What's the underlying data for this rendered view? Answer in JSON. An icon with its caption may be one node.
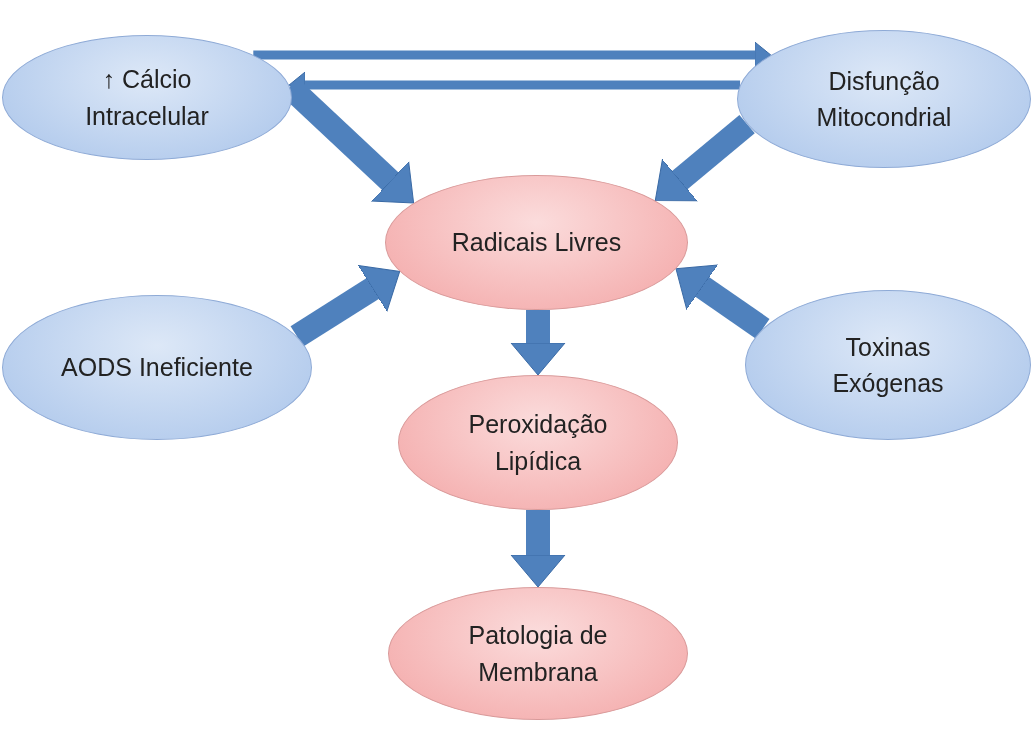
{
  "diagram": {
    "nodes": [
      {
        "text": [
          "↑ Cálcio Intracelular"
        ]
      },
      {
        "text": [
          "Disfunção Mitocondrial"
        ]
      },
      {
        "text": [
          "Radicais Livres"
        ]
      },
      {
        "text": [
          "AODS Ineficiente"
        ]
      },
      {
        "text": [
          "Toxinas Exógenas"
        ]
      },
      {
        "text": [
          "Peroxidação Lipídica"
        ]
      },
      {
        "text": [
          "Patologia de Membrana"
        ]
      }
    ],
    "edges": [
      {
        "from": 0,
        "to": 1,
        "arrow": "to"
      },
      {
        "from": 1,
        "to": 0,
        "arrow": "to"
      },
      {
        "from": 0,
        "to": 2,
        "arrow": "to"
      },
      {
        "from": 1,
        "to": 2,
        "arrow": "to"
      },
      {
        "from": 3,
        "to": 2,
        "arrow": "to"
      },
      {
        "from": 4,
        "to": 2,
        "arrow": "to"
      },
      {
        "from": 2,
        "to": 5,
        "arrow": "to"
      },
      {
        "from": 5,
        "to": 6,
        "arrow": "to"
      }
    ]
  }
}
